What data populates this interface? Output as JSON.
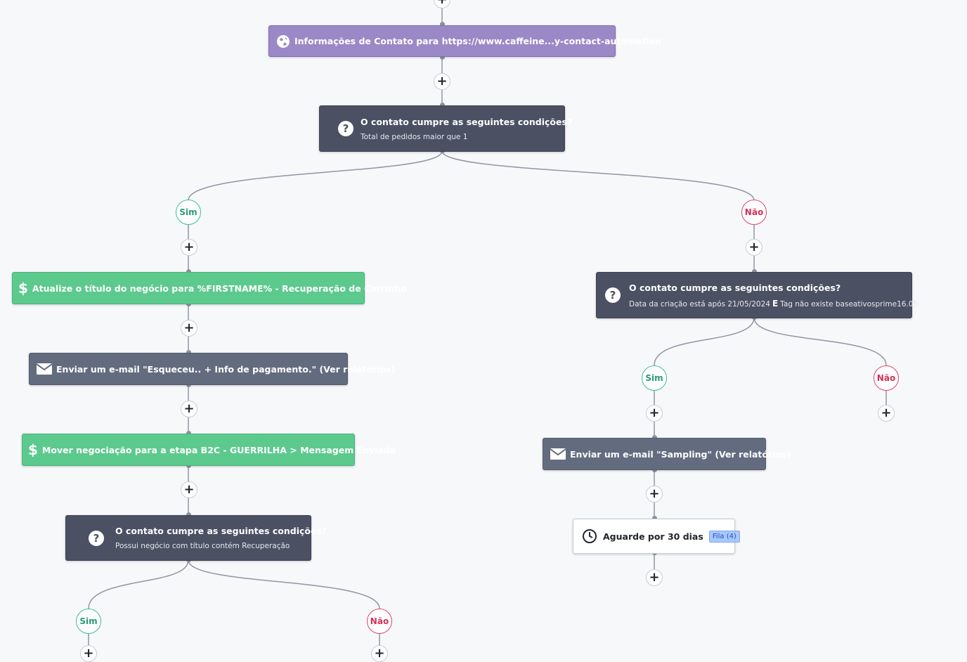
{
  "nodes": {
    "contact_info": {
      "label": "Informações de Contato para https://www.caffeine...y-contact-automation",
      "icon": "globe-icon"
    },
    "cond_main": {
      "title": "O contato cumpre as seguintes condições?",
      "subtitle": "Total de pedidos maior que 1"
    },
    "update_deal": {
      "label": "Atualize o título do negócio para %FIRSTNAME% - Recuperação de Carrinho",
      "icon": "dollar-icon"
    },
    "email_forgot": {
      "label": "Enviar um e-mail \"Esqueceu.. + Info de pagamento.\" (Ver relatórios)",
      "icon": "envelope-icon"
    },
    "move_deal": {
      "label": "Mover negociação para a etapa B2C - GUERRILHA > Mensagem Enviada",
      "icon": "dollar-icon"
    },
    "cond_left": {
      "title": "O contato cumpre as seguintes condições?",
      "subtitle": "Possui negócio com título contém Recuperação"
    },
    "cond_right": {
      "title": "O contato cumpre as seguintes condições?",
      "sub_a": "Data da criação está após 21/05/2024",
      "sub_op": "E",
      "sub_b": "Tag não existe baseativosprime16.05"
    },
    "email_sampling": {
      "label": "Enviar um e-mail \"Sampling\" (Ver relatórios)",
      "icon": "envelope-icon"
    },
    "wait": {
      "label": "Aguarde por 30 dias",
      "badge": "Fila (4)",
      "icon": "clock-icon"
    }
  },
  "branches": {
    "yes": "Sim",
    "no": "Não"
  },
  "plus_symbol": "+",
  "colors": {
    "action_purple": "#9b88c7",
    "condition_dark": "#4b5063",
    "deal_green": "#5cc98d",
    "email_slate": "#636b7f",
    "yes_green": "#2a9b74",
    "no_red": "#d23058"
  }
}
